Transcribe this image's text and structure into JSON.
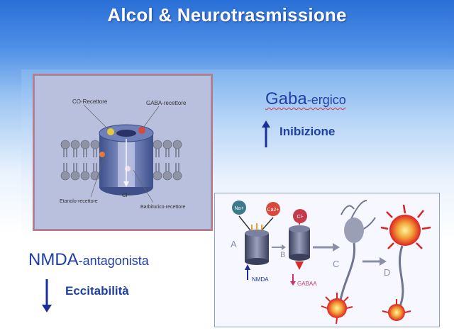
{
  "slide": {
    "title": "Alcol & Neurotrasmissione",
    "gaba_prefix": "Gaba",
    "gaba_suffix": "-ergico",
    "inibizione": "Inibizione",
    "nmda_prefix": "NMDA",
    "nmda_suffix": "-antagonista",
    "eccitabilita": "Eccitabilità"
  },
  "receptor_figure": {
    "label_co": "CO-Recettore",
    "label_gaba": "GABA-recettore",
    "label_etanolo": "Etanolo-recettore",
    "label_cl": "Cl⁻",
    "label_barbiturico": "Barbiturico-recettore"
  },
  "neuron_figure": {
    "ion_na": "Na+",
    "ion_ca": "Ca2+",
    "ion_cl": "Cl-",
    "step_a": "A",
    "step_b": "B",
    "step_c": "C",
    "step_d": "D",
    "label_nmda": "NMDA",
    "label_gaba": "GABAA"
  },
  "colors": {
    "title": "#ffffff",
    "text_blue": "#1f3fa6",
    "arrow_navy": "#1a2f9a",
    "squiggle": "#d4323a"
  }
}
